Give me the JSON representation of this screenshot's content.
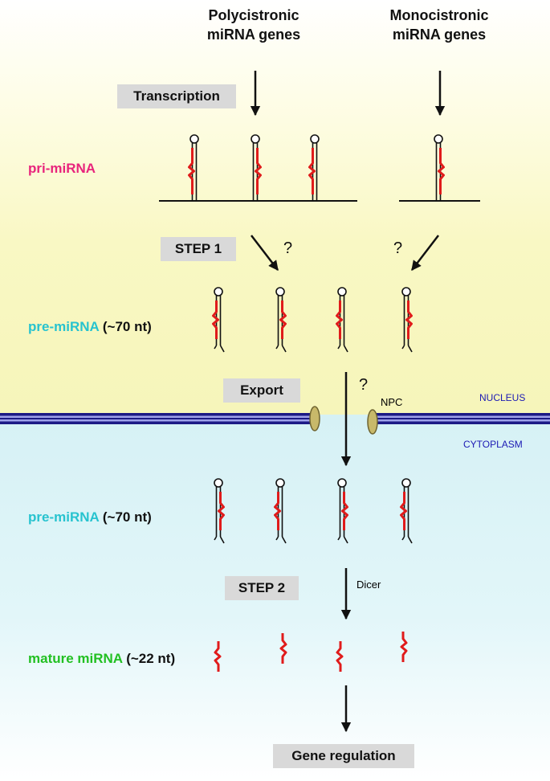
{
  "headers": {
    "polycistronic": "Polycistronic\nmiRNA genes",
    "monocistronic": "Monocistronic\nmiRNA genes"
  },
  "steps": {
    "transcription": "Transcription",
    "step1": "STEP 1",
    "export": "Export",
    "step2": "STEP 2",
    "gene_regulation": "Gene regulation"
  },
  "stages": {
    "pri": {
      "name": "pri-miRNA",
      "size": "",
      "color": "#e8247c"
    },
    "pre_nucleus": {
      "name": "pre-miRNA",
      "size": "(~70 nt)",
      "color": "#27c3cf"
    },
    "pre_cytoplasm": {
      "name": "pre-miRNA",
      "size": "(~70 nt)",
      "color": "#27c3cf"
    },
    "mature": {
      "name": "mature miRNA",
      "size": "(~22 nt)",
      "color": "#22c022"
    }
  },
  "annotations": {
    "question_mark": "?",
    "npc": "NPC",
    "dicer": "Dicer",
    "nucleus": "NUCLEUS",
    "cytoplasm": "CYTOPLASM"
  },
  "colors": {
    "mirna_strand": "#e01b1b",
    "membrane": "#1c1a86",
    "pore": "#c8b96a",
    "compartment_label": "#1c1ab4",
    "step_box": "#d9d9d9"
  }
}
